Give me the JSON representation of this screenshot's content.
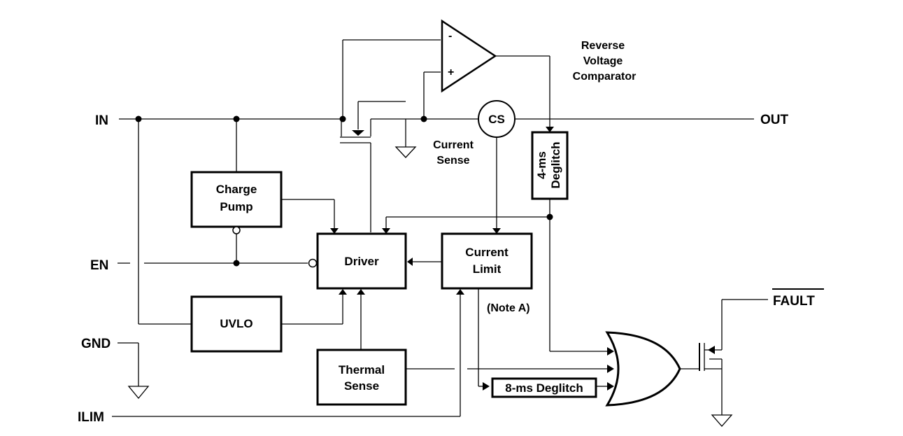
{
  "pins": {
    "in": "IN",
    "out": "OUT",
    "en": "EN",
    "gnd": "GND",
    "ilim": "ILIM",
    "fault": "FAULT"
  },
  "blocks": {
    "charge_pump": [
      "Charge",
      "Pump"
    ],
    "driver": "Driver",
    "current_limit": [
      "Current",
      "Limit"
    ],
    "uvlo": "UVLO",
    "thermal_sense": [
      "Thermal",
      "Sense"
    ],
    "deglitch_4ms": [
      "4-ms",
      "Deglitch"
    ],
    "deglitch_8ms": "8-ms Deglitch",
    "current_sense_circle": "CS"
  },
  "annotations": {
    "reverse_voltage_comparator": [
      "Reverse",
      "Voltage",
      "Comparator"
    ],
    "current_sense": [
      "Current",
      "Sense"
    ],
    "note_a": "(Note A)",
    "comparator_minus": "-",
    "comparator_plus": "+"
  }
}
